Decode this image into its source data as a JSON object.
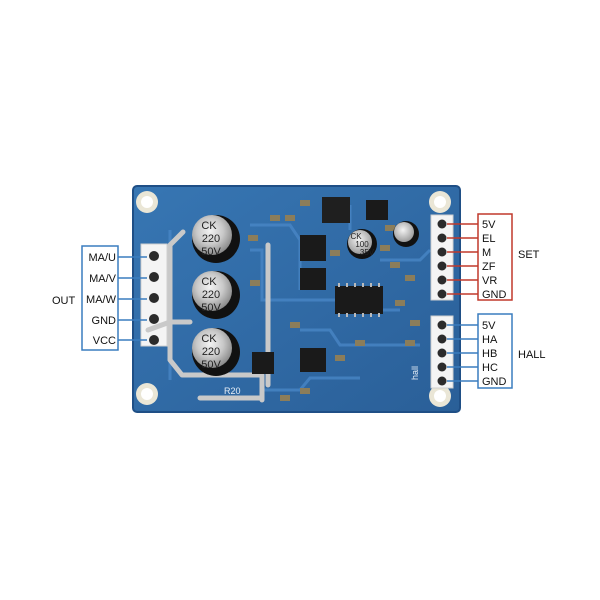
{
  "labels": {
    "out": "OUT",
    "set": "SET",
    "hall": "HALL",
    "left_pins": [
      "MA/U",
      "MA/V",
      "MA/W",
      "GND",
      "VCC"
    ],
    "set_pins": [
      "5V",
      "EL",
      "M",
      "ZF",
      "VR",
      "GND"
    ],
    "hall_pins": [
      "5V",
      "HA",
      "HB",
      "HC",
      "GND"
    ]
  },
  "board": {
    "capacitor_marking": [
      "CK",
      "220",
      "50V"
    ],
    "small_capacitor_marking": [
      "CK",
      "100",
      "35V"
    ],
    "silkscreen_r20": "R20",
    "silkscreen_hall": "hall"
  },
  "colors": {
    "pcb": "#2f6ca8",
    "pcb_dark": "#1f4f86",
    "trace": "#3d7cbf",
    "left_box": "#3a7dbf",
    "set_box": "#c0392b",
    "hall_box": "#3a7dbf",
    "leader_left": "#3a7dbf",
    "leader_set": "#c0392b",
    "leader_hall": "#3a7dbf"
  }
}
